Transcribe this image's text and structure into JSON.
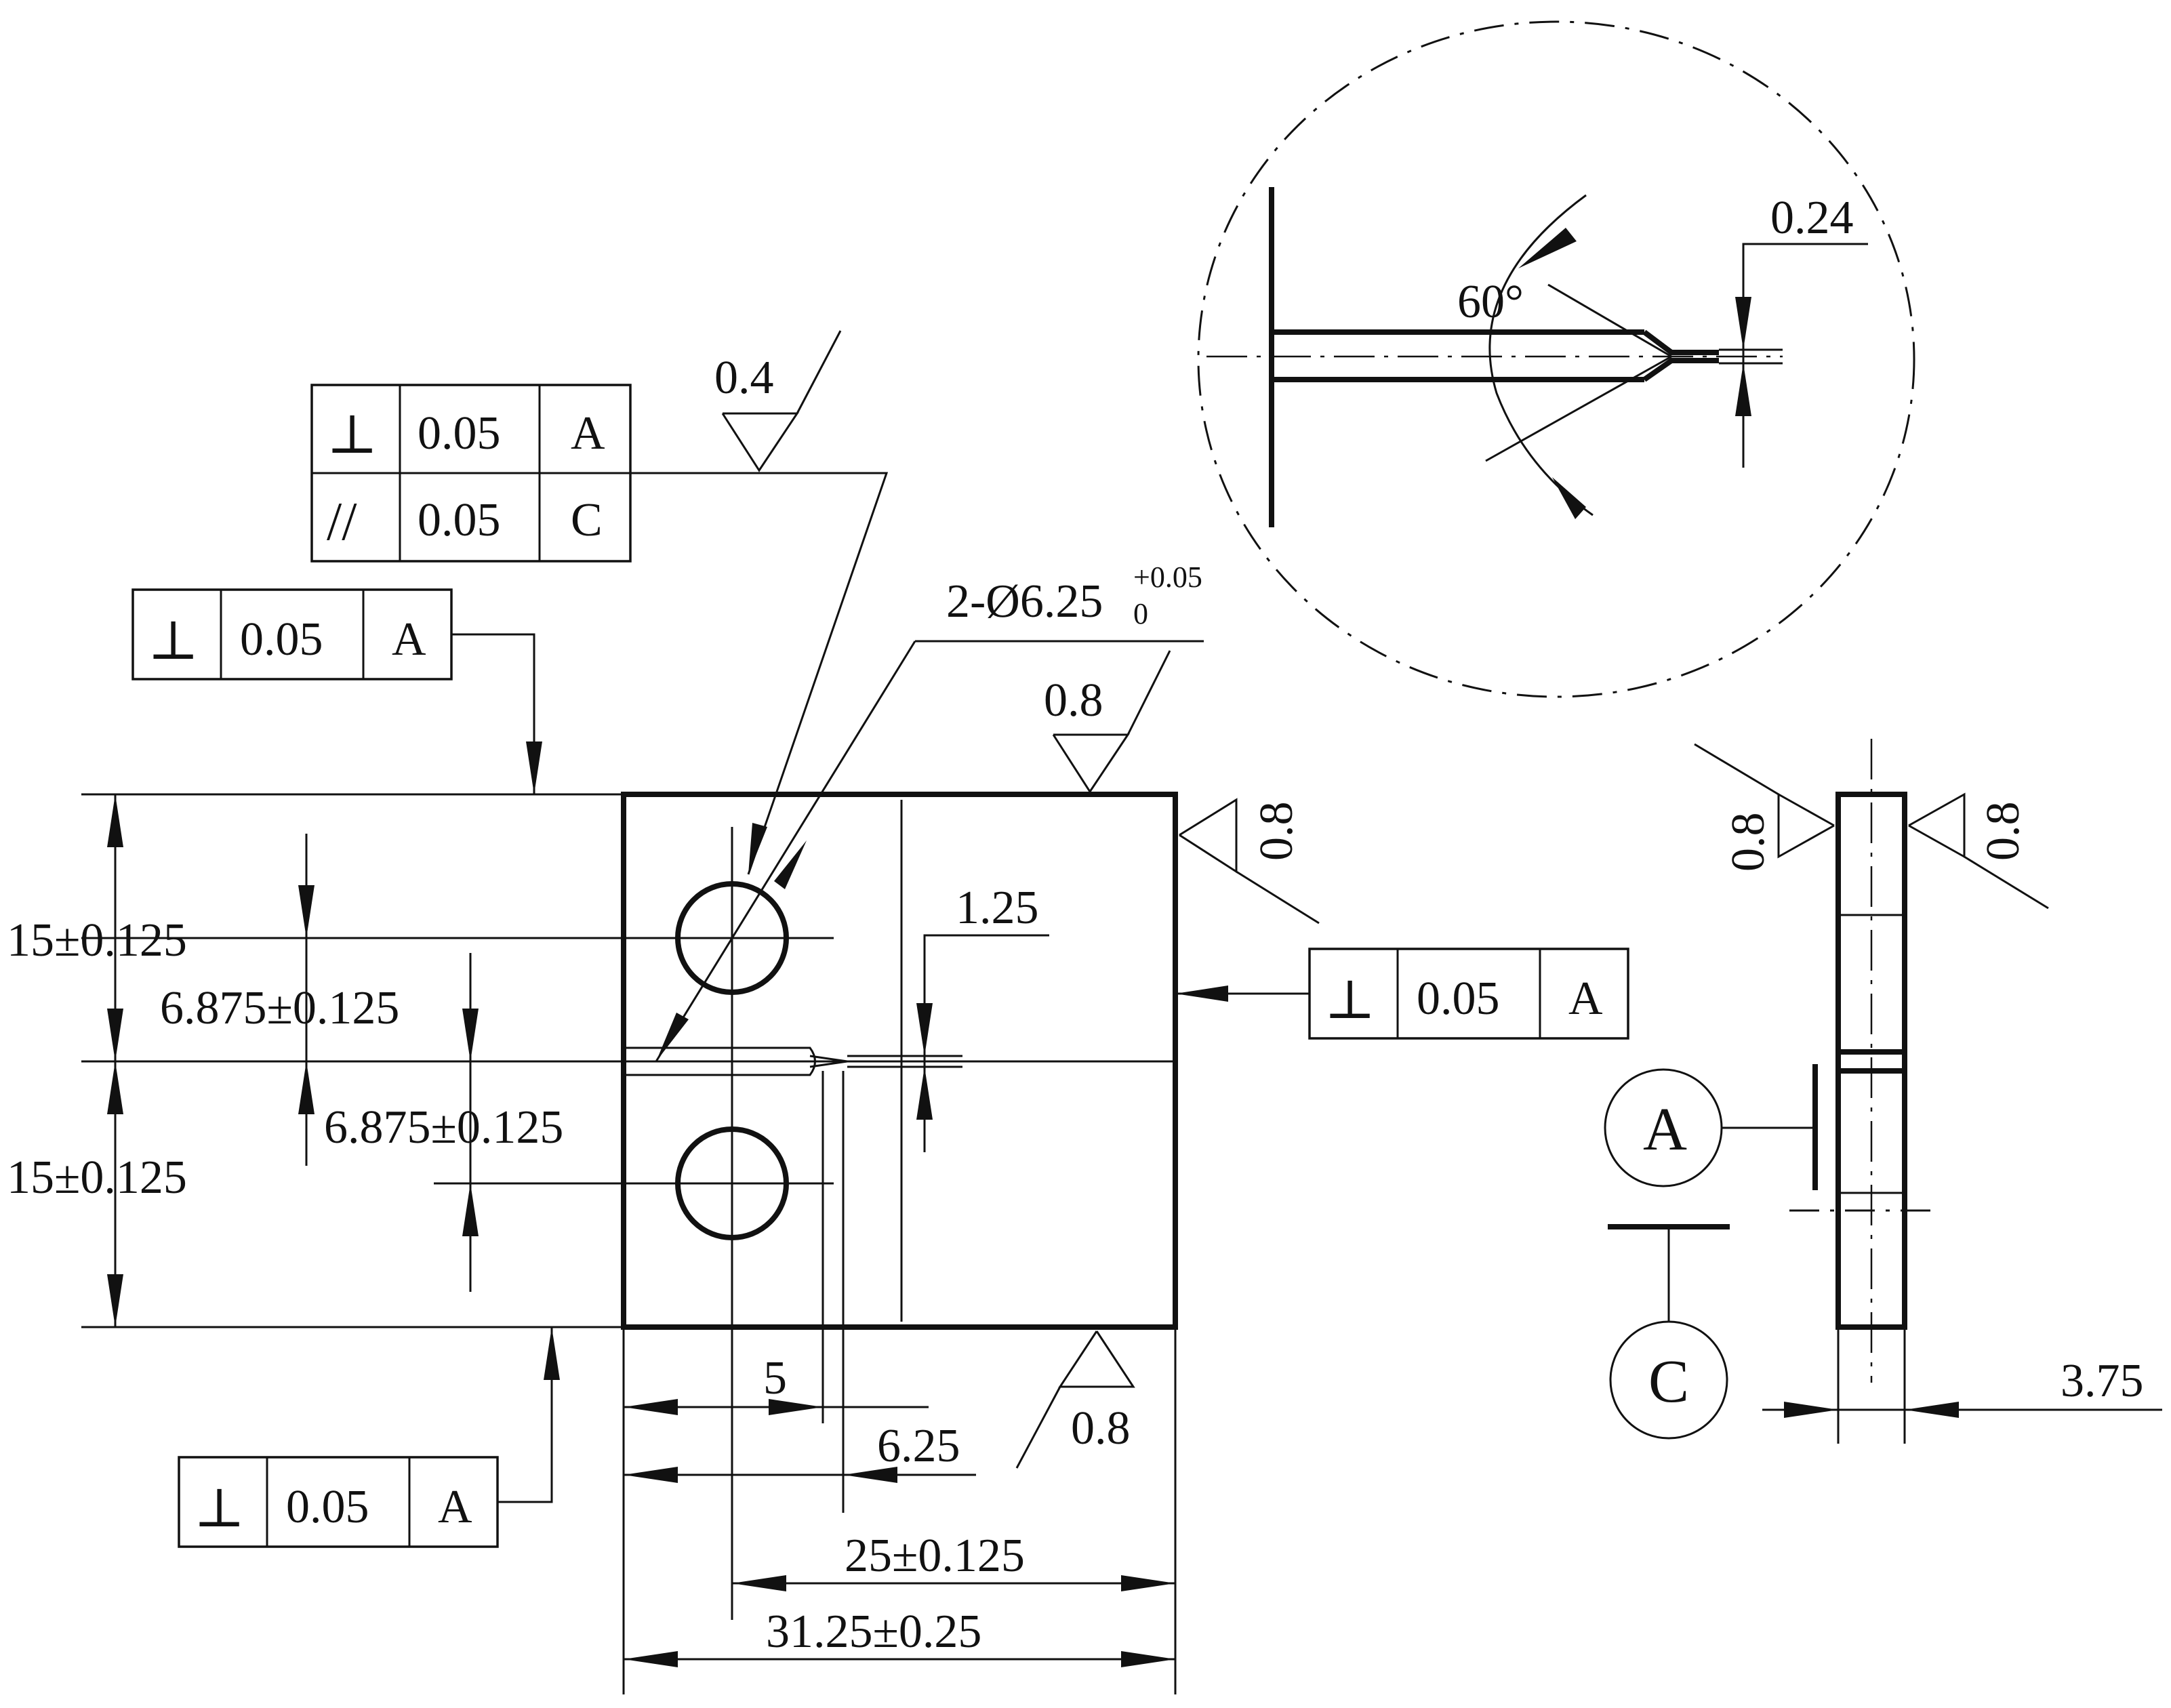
{
  "dims": {
    "h_top": "15±0.125",
    "h_bot": "15±0.125",
    "hole_y_top": "6.875±0.125",
    "hole_y_bot": "6.875±0.125",
    "hole_spec": "2-Ø6.25",
    "hole_tol_upper": "+0.05",
    "hole_tol_lower": "0",
    "notch_w": "1.25",
    "w5": "5",
    "w625": "6.25",
    "w25": "25±0.125",
    "w3125": "31.25±0.25",
    "thickness": "3.75",
    "tip": "0.24",
    "angle": "60°"
  },
  "fcf": {
    "top_stack": [
      {
        "symbol": "⊥",
        "value": "0.05",
        "datum": "A"
      },
      {
        "symbol": "//",
        "value": "0.05",
        "datum": "C"
      }
    ],
    "left_top": {
      "symbol": "⊥",
      "value": "0.05",
      "datum": "A"
    },
    "right": {
      "symbol": "⊥",
      "value": "0.05",
      "datum": "A"
    },
    "bottom": {
      "symbol": "⊥",
      "value": "0.05",
      "datum": "A"
    }
  },
  "roughness": {
    "r04": "0.4",
    "r08_top": "0.8",
    "r08_right": "0.8",
    "r08_bottom": "0.8",
    "r08_side_left": "0.8",
    "r08_side_right": "0.8"
  },
  "datums": {
    "a": "A",
    "c": "C"
  }
}
